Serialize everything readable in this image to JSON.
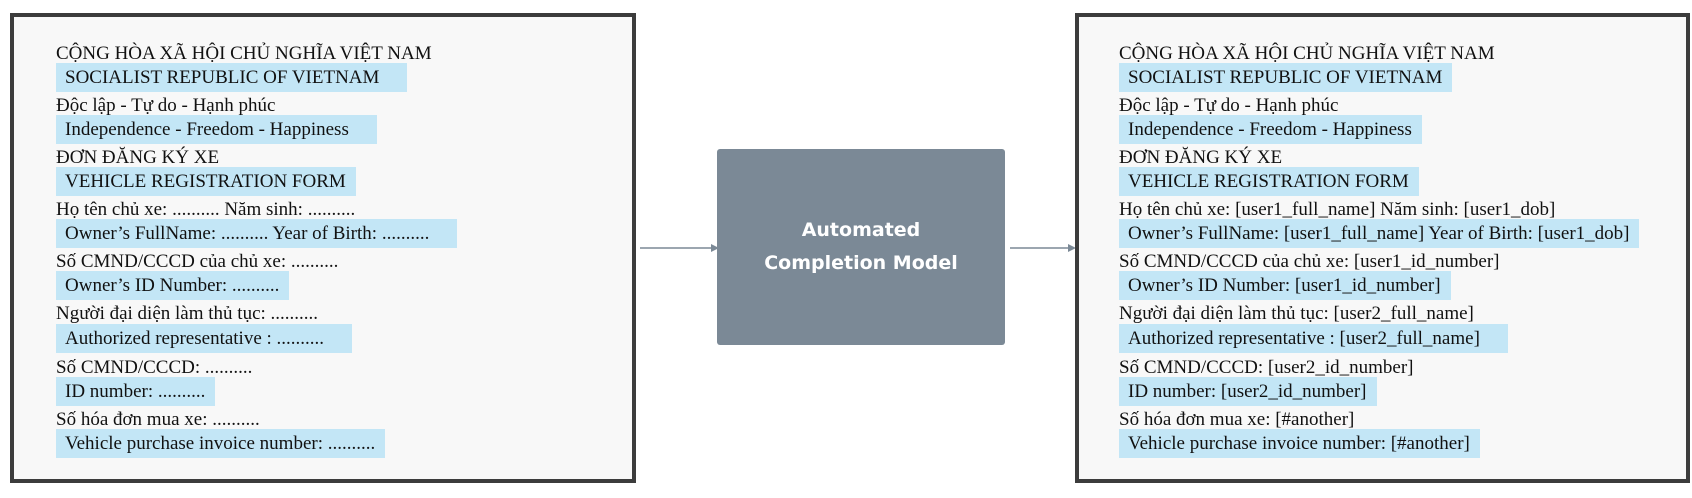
{
  "left_form": {
    "lines": [
      {
        "text": "CỘNG HÒA XÃ HỘI CHỦ NGHĨA VIỆT NAM",
        "highlighted": false
      },
      {
        "text": "SOCIALIST REPUBLIC OF VIETNAM",
        "highlighted": true
      },
      {
        "text": "Độc lập - Tự do - Hạnh phúc",
        "highlighted": false
      },
      {
        "text": "Independence - Freedom - Happiness",
        "highlighted": true
      },
      {
        "text": "ĐƠN ĐĂNG KÝ XE",
        "highlighted": false
      },
      {
        "text": "VEHICLE REGISTRATION FORM",
        "highlighted": true
      },
      {
        "text": "Họ tên chủ xe: .......... Năm sinh: ..........",
        "highlighted": false
      },
      {
        "text": "Owner’s FullName: .......... Year of Birth: ..........",
        "highlighted": true
      },
      {
        "text": "Số CMND/CCCD của chủ xe: ..........",
        "highlighted": false
      },
      {
        "text": "Owner’s ID Number: ..........",
        "highlighted": true
      },
      {
        "text": "Người đại diện làm thủ tục: ..........",
        "highlighted": false
      },
      {
        "text": "Authorized representative : ..........",
        "highlighted": true
      },
      {
        "text": "Số CMND/CCCD: ..........",
        "highlighted": false
      },
      {
        "text": "ID number: ..........",
        "highlighted": true
      },
      {
        "text": "Số hóa đơn mua xe: ..........",
        "highlighted": false
      },
      {
        "text": "Vehicle purchase invoice number: ..........",
        "highlighted": true
      }
    ]
  },
  "model": {
    "label_line1": "Automated",
    "label_line2": "Completion Model",
    "box_color": "#7b8996"
  },
  "right_form": {
    "lines": [
      {
        "text": "CỘNG HÒA XÃ HỘI CHỦ NGHĨA VIỆT NAM",
        "highlighted": false
      },
      {
        "text": "SOCIALIST REPUBLIC OF VIETNAM",
        "highlighted": true
      },
      {
        "text": "Độc lập - Tự do - Hạnh phúc",
        "highlighted": false
      },
      {
        "text": "Independence - Freedom - Happiness",
        "highlighted": true
      },
      {
        "text": "ĐƠN ĐĂNG KÝ XE",
        "highlighted": false
      },
      {
        "text": "VEHICLE REGISTRATION FORM",
        "highlighted": true
      },
      {
        "text": "Họ tên chủ xe: [user1_full_name] Năm sinh: [user1_dob]",
        "highlighted": false
      },
      {
        "text": "Owner’s FullName: [user1_full_name] Year of Birth: [user1_dob]",
        "highlighted": true
      },
      {
        "text": "Số CMND/CCCD của chủ xe: [user1_id_number]",
        "highlighted": false
      },
      {
        "text": "Owner’s ID Number: [user1_id_number]",
        "highlighted": true
      },
      {
        "text": "Người đại diện làm thủ tục: [user2_full_name]",
        "highlighted": false
      },
      {
        "text": "Authorized representative : [user2_full_name]",
        "highlighted": true
      },
      {
        "text": "Số CMND/CCCD: [user2_id_number]",
        "highlighted": false
      },
      {
        "text": "ID number: [user2_id_number]",
        "highlighted": true
      },
      {
        "text": "Số hóa đơn mua xe: [#another]",
        "highlighted": false
      },
      {
        "text": "Vehicle purchase invoice number: [#another]",
        "highlighted": true
      }
    ]
  },
  "colors": {
    "highlight": "#c3e6f6",
    "panel_border": "#3c3c3c",
    "arrow": "#7b8996"
  }
}
